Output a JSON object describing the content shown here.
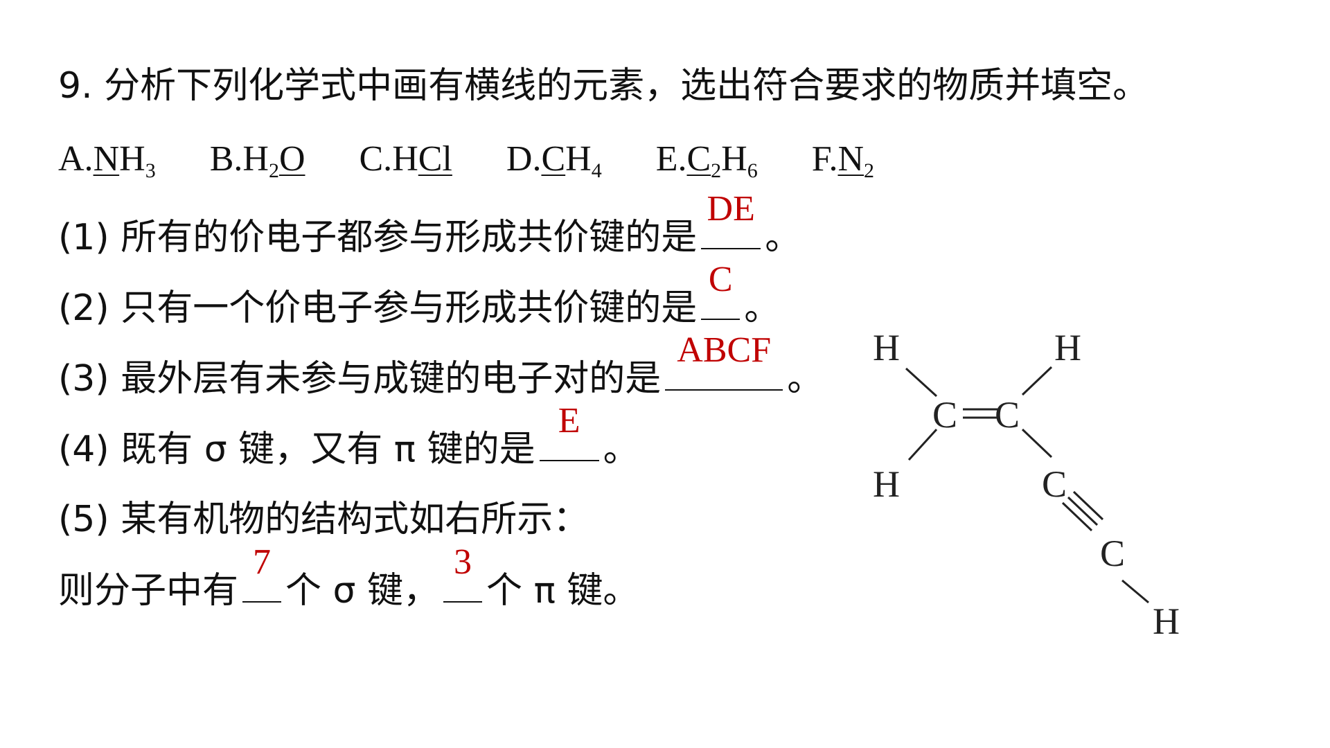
{
  "question": {
    "title": "9. 分析下列化学式中画有横线的元素，选出符合要求的物质并填空。"
  },
  "options": [
    {
      "label": "A.",
      "parts": [
        {
          "t": "N",
          "u": true
        },
        {
          "t": "H",
          "u": false
        },
        {
          "t": "3",
          "sub": true
        }
      ]
    },
    {
      "label": "B.",
      "parts": [
        {
          "t": "H",
          "u": false
        },
        {
          "t": "2",
          "sub": true
        },
        {
          "t": "O",
          "u": true
        }
      ]
    },
    {
      "label": "C.",
      "parts": [
        {
          "t": "H",
          "u": false
        },
        {
          "t": "Cl",
          "u": true
        }
      ]
    },
    {
      "label": "D.",
      "parts": [
        {
          "t": "C",
          "u": true
        },
        {
          "t": "H",
          "u": false
        },
        {
          "t": "4",
          "sub": true
        }
      ]
    },
    {
      "label": "E.",
      "parts": [
        {
          "t": "C",
          "u": true
        },
        {
          "t": "2",
          "sub": true
        },
        {
          "t": "H",
          "u": false
        },
        {
          "t": "6",
          "sub": true
        }
      ]
    },
    {
      "label": "F.",
      "parts": [
        {
          "t": "N",
          "u": true
        },
        {
          "t": "2",
          "sub": true
        }
      ]
    }
  ],
  "items": {
    "q1": {
      "text": "(1) 所有的价电子都参与形成共价键的是",
      "answer": "DE",
      "end": "。"
    },
    "q2": {
      "text": "(2) 只有一个价电子参与形成共价键的是",
      "answer": "C",
      "end": "。"
    },
    "q3": {
      "text": "(3) 最外层有未参与成键的电子对的是",
      "answer": "ABCF",
      "end": "。"
    },
    "q4": {
      "text": "(4) 既有 σ 键，又有 π 键的是",
      "answer": "E",
      "end": "。"
    },
    "q5": {
      "text": "(5) 某有机物的结构式如右所示："
    },
    "q5b": {
      "pre": "则分子中有",
      "answer1": "7",
      "mid": "个 σ 键，",
      "answer2": "3",
      "post": "个 π 键。"
    }
  },
  "structure": {
    "atoms": {
      "h1": "H",
      "h2": "H",
      "h3": "H",
      "h4": "H",
      "c1": "C",
      "c2": "C",
      "c3": "C",
      "c4": "C"
    }
  }
}
